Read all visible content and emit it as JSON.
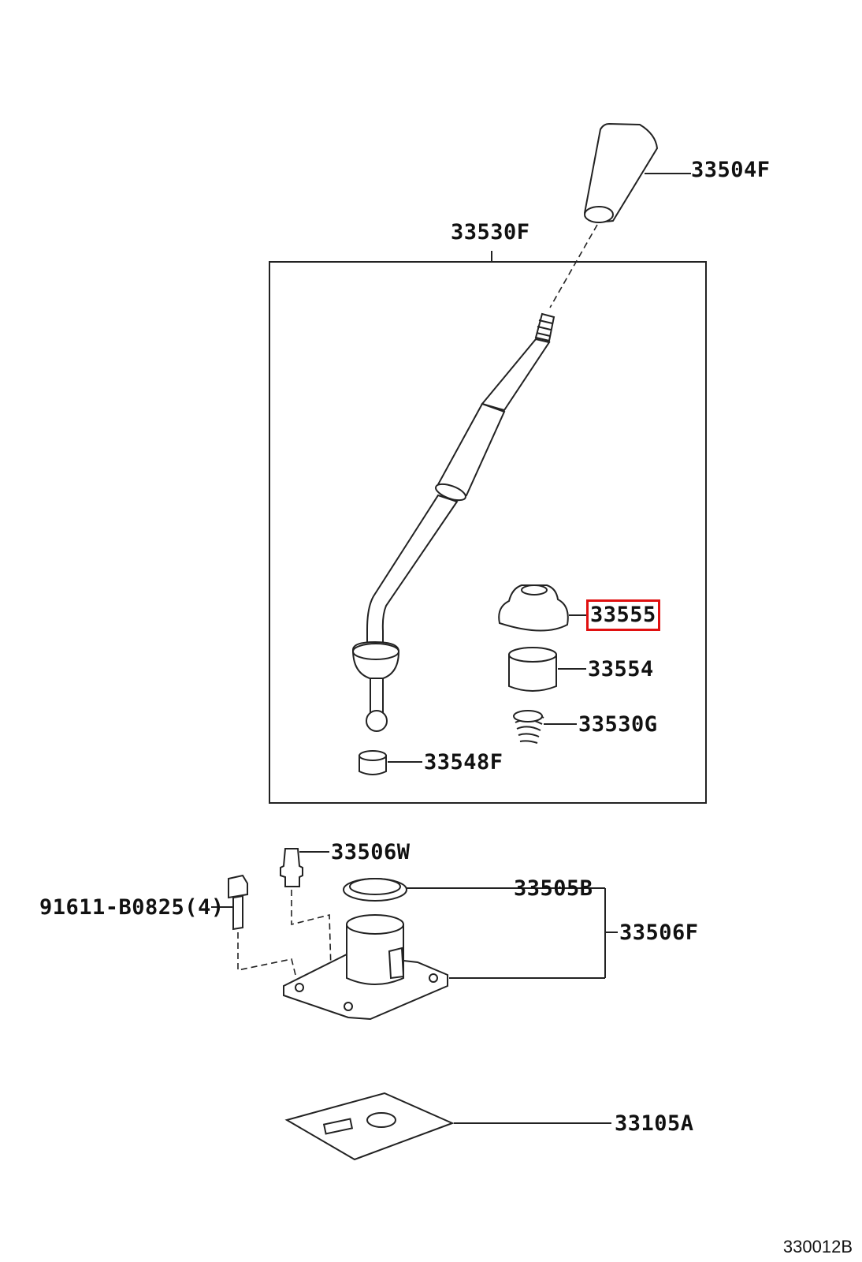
{
  "labels": {
    "knob": "33504F",
    "lever_assy": "33530F",
    "boot": "33555",
    "bushing": "33554",
    "spring": "33530G",
    "seat": "33548F",
    "vent_plug": "33506W",
    "bolt": "91611-B0825(4)",
    "retainer_seal": "33505B",
    "retainer_assy": "33506F",
    "plate": "33105A"
  },
  "highlighted_part": "33555",
  "highlight_color": "#e01010",
  "diagram_code": "330012B"
}
